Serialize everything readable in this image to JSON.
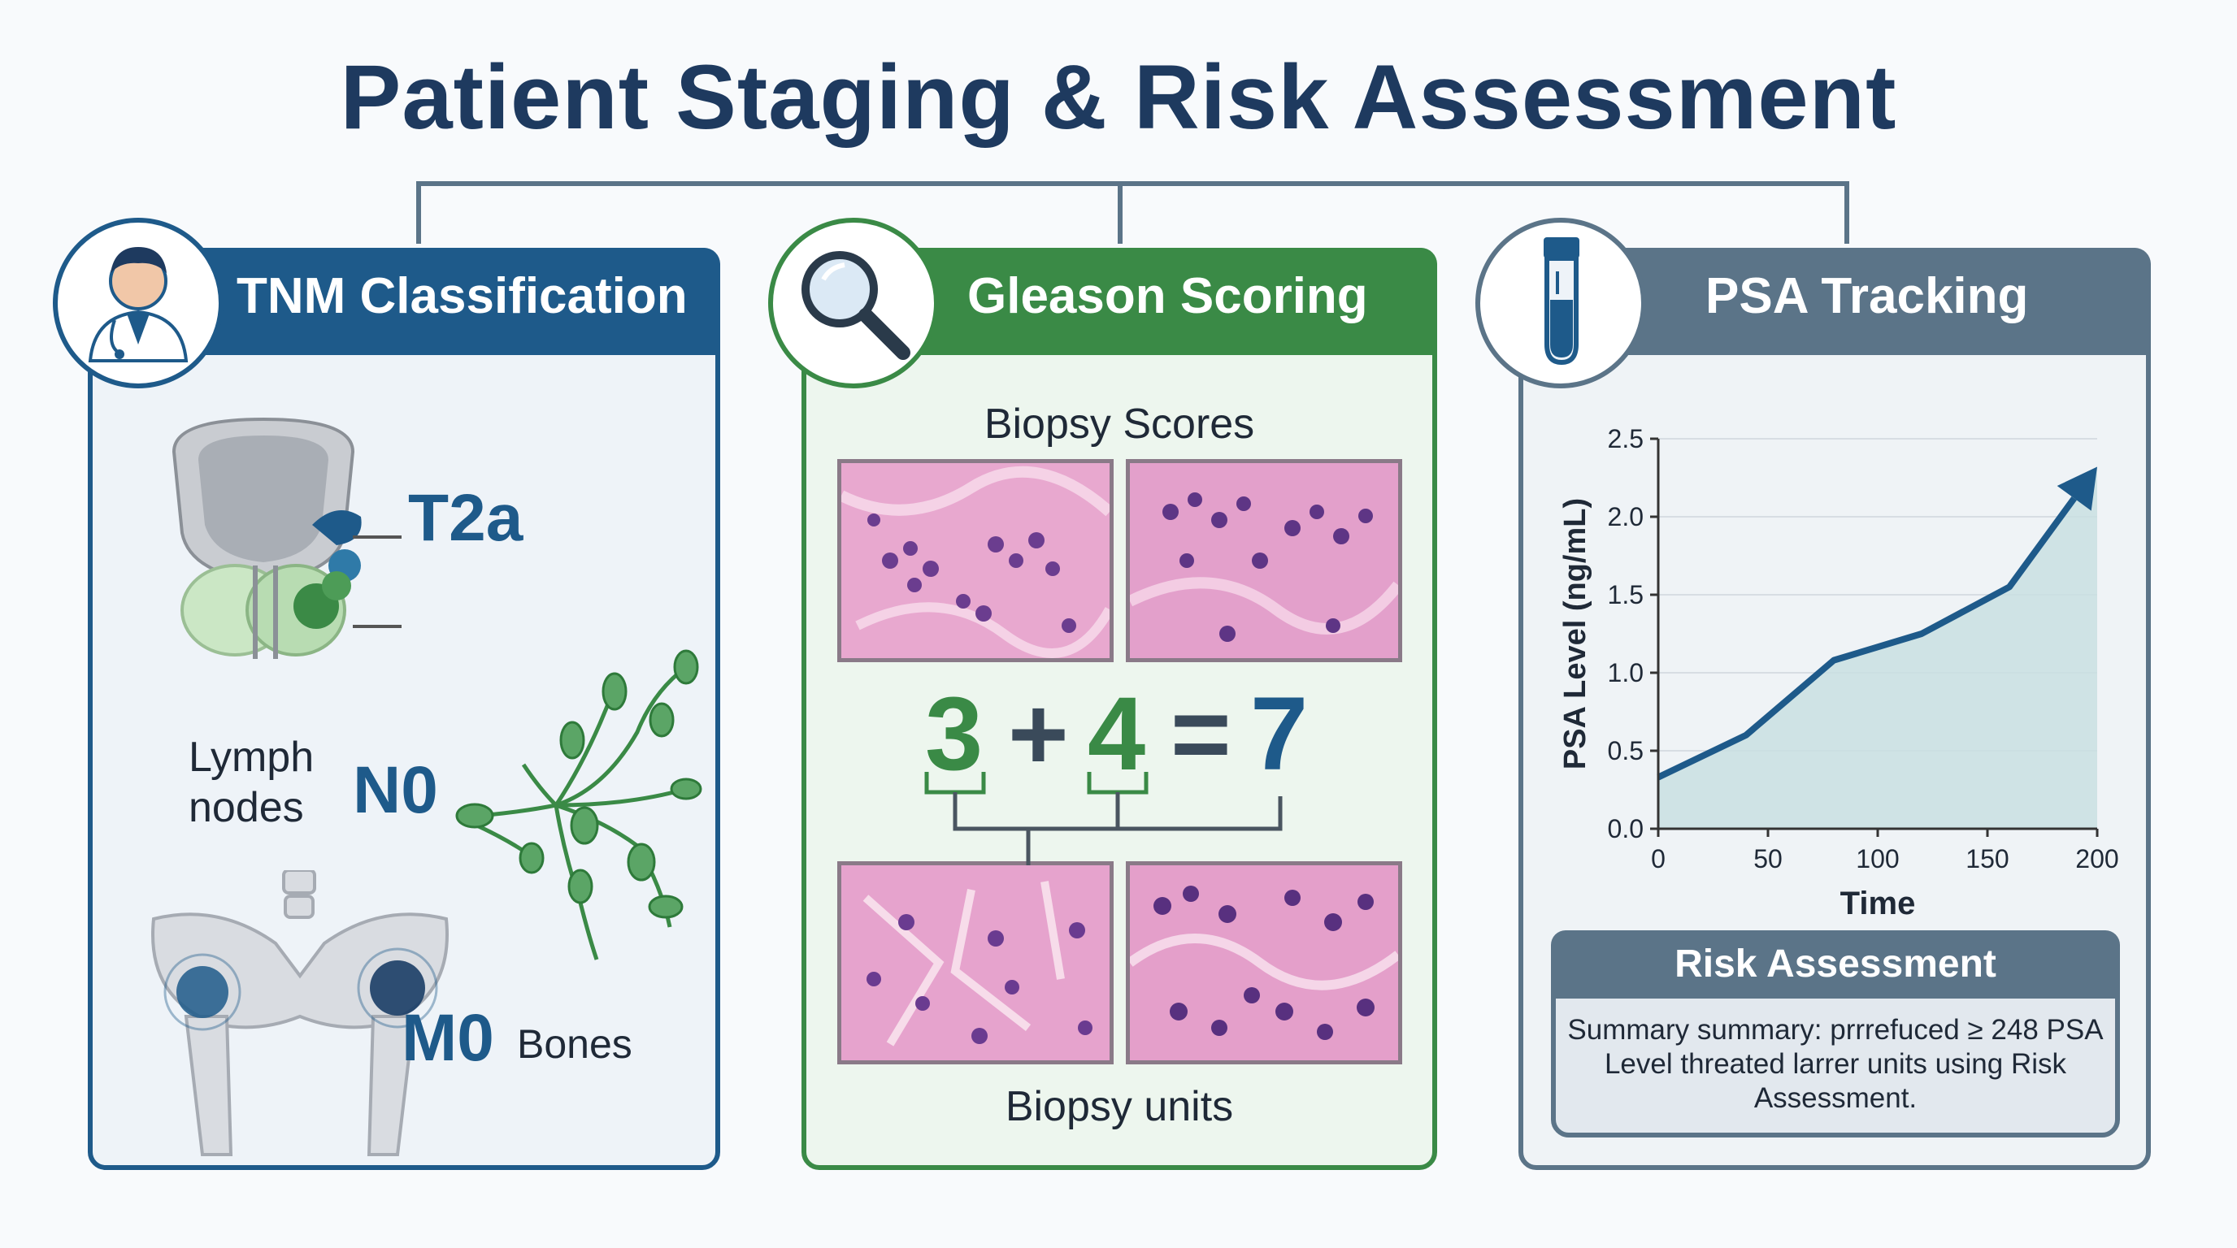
{
  "title": "Patient Staging & Risk Assessment",
  "colors": {
    "tnm": "#1e5a8a",
    "gleason": "#3a8a46",
    "psa": "#5b7488",
    "title": "#1e3a5f"
  },
  "tnm": {
    "header": "TNM Classification",
    "icon": "doctor-icon",
    "t_stage": "T2a",
    "n_label": "Lymph nodes",
    "n_stage": "N0",
    "m_stage": "M0",
    "m_label": "Bones"
  },
  "gleason": {
    "header": "Gleason Scoring",
    "icon": "magnifier-icon",
    "top_label": "Biopsy Scores",
    "bottom_label": "Biopsy units",
    "primary": "3",
    "plus": "+",
    "secondary": "4",
    "equals": "=",
    "total": "7"
  },
  "psa": {
    "header": "PSA Tracking",
    "icon": "test-tube-icon",
    "risk_title": "Risk Assessment",
    "risk_text": "Summary summary: prrrefuced ≥ 248 PSA Level threated larrer units using Risk Assessment."
  },
  "chart_data": {
    "type": "area",
    "xlabel": "Time",
    "ylabel": "PSA Level (ng/mL)",
    "xlim": [
      0,
      200
    ],
    "ylim": [
      0,
      2.5
    ],
    "x_ticks": [
      0,
      50,
      100,
      150,
      200
    ],
    "y_ticks": [
      0.0,
      0.5,
      1.0,
      1.5,
      2.0,
      2.5
    ],
    "x_tick_labels": [
      "0",
      "50",
      "100",
      "150",
      200
    ],
    "y_tick_labels": [
      "0.0",
      "0.5",
      "1.0",
      "1.5",
      "2.0",
      "2.5"
    ],
    "x": [
      0,
      40,
      80,
      120,
      160,
      200
    ],
    "y": [
      0.33,
      0.6,
      1.08,
      1.25,
      1.55,
      2.32
    ],
    "grid": true,
    "arrow_end": true
  }
}
